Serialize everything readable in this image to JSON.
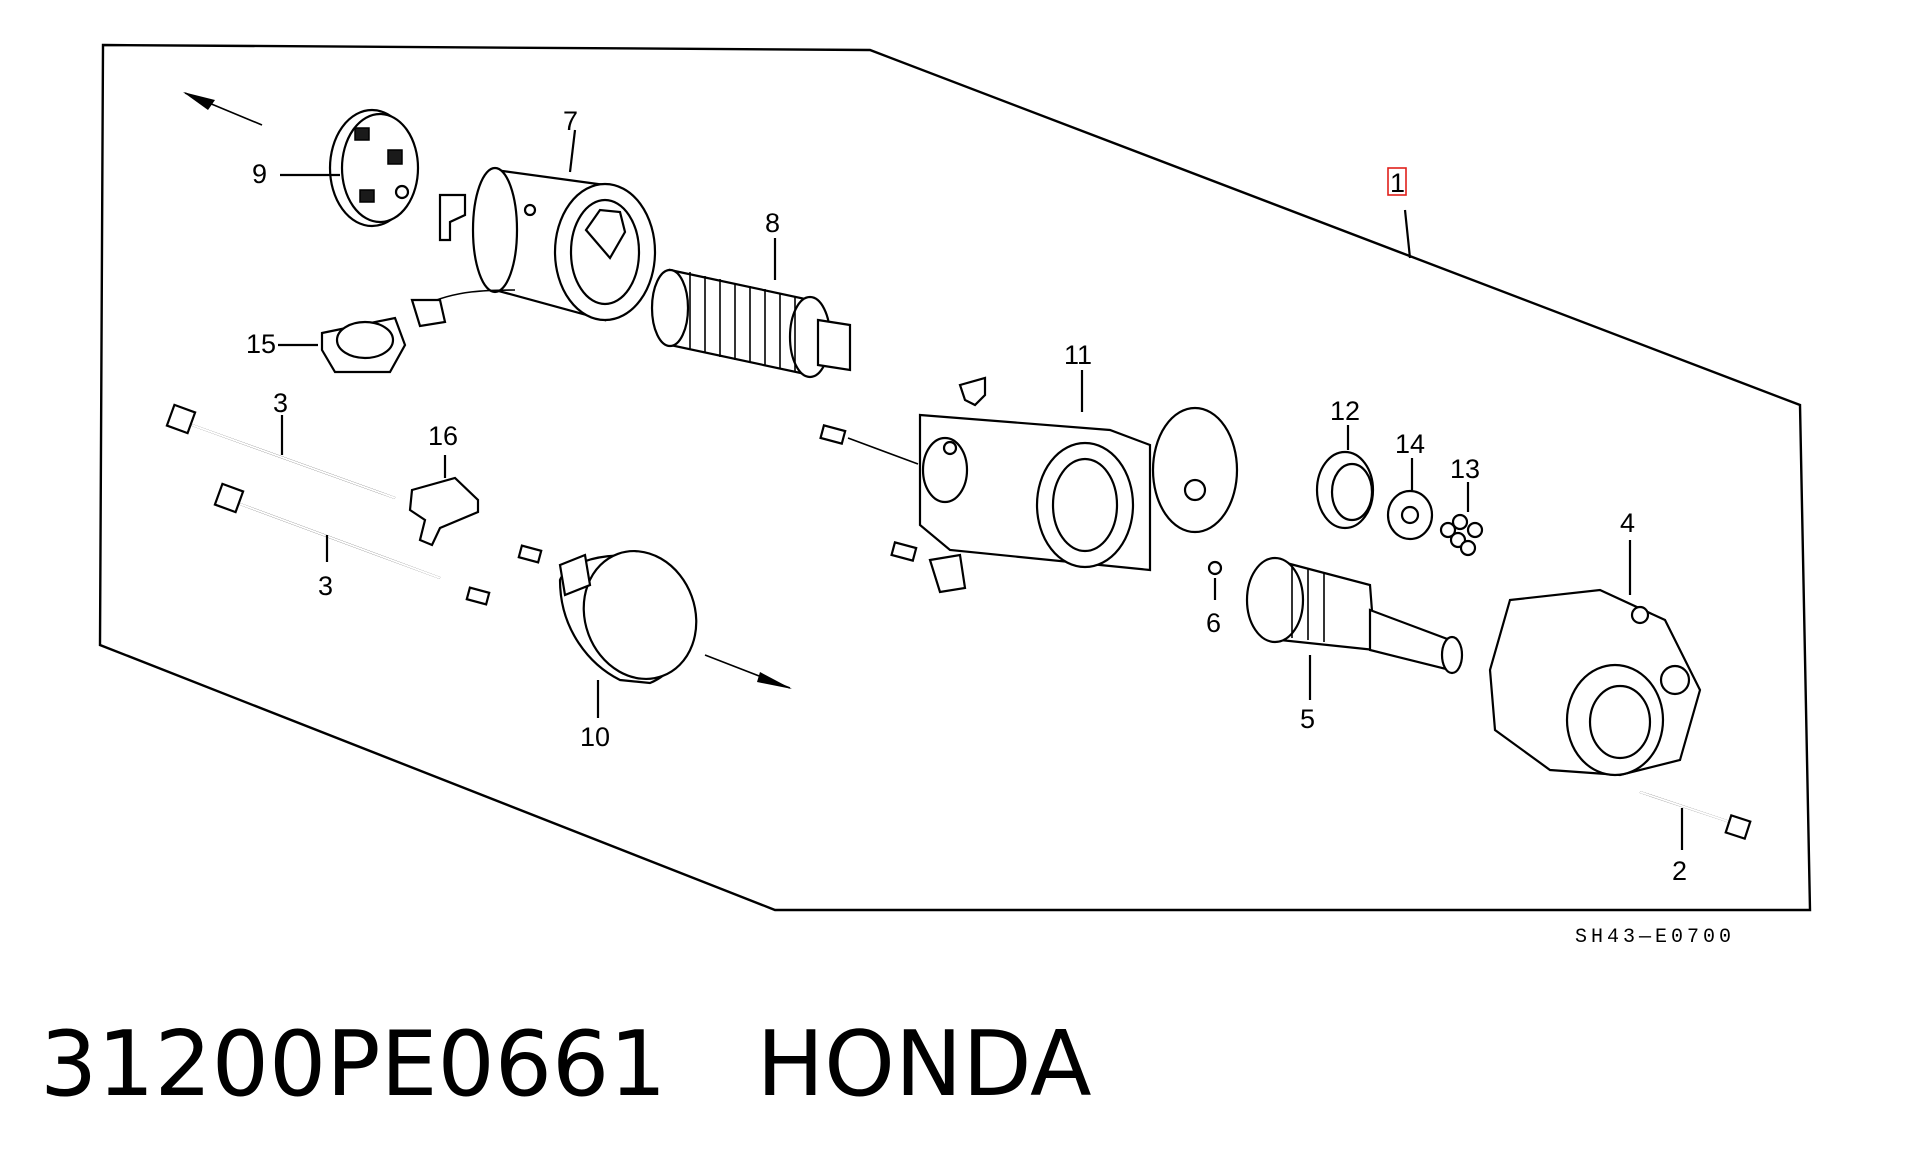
{
  "diagram": {
    "callouts": {
      "p1": "1",
      "p2": "2",
      "p3a": "3",
      "p3b": "3",
      "p4": "4",
      "p5": "5",
      "p6": "6",
      "p7": "7",
      "p8": "8",
      "p9": "9",
      "p10": "10",
      "p11": "11",
      "p12": "12",
      "p13": "13",
      "p14": "14",
      "p15": "15",
      "p16": "16"
    },
    "code": "SH43—E0700",
    "highlight_color": "#e0201b"
  },
  "caption": {
    "text": "31200PE0661　HONDA"
  }
}
